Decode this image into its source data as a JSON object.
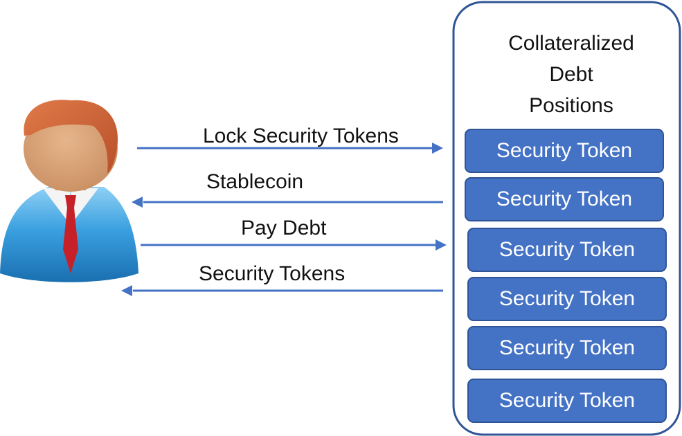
{
  "cdp": {
    "title_lines": [
      "Collateralized",
      "Debt",
      "Positions"
    ],
    "tokens": [
      "Security Token",
      "Security Token",
      "Security Token",
      "Security Token",
      "Security Token",
      "Security Token"
    ]
  },
  "flows": [
    {
      "label": "Lock Security Tokens",
      "direction": "right"
    },
    {
      "label": "Stablecoin",
      "direction": "left"
    },
    {
      "label": "Pay Debt",
      "direction": "right"
    },
    {
      "label": "Security Tokens",
      "direction": "left"
    }
  ],
  "colors": {
    "arrow": "#4472c4",
    "token_fill": "#4472c4",
    "container_border": "#2f5597",
    "person_shirt": "#3aa0e0",
    "person_skin": "#d9a47a",
    "person_hair": "#d4663a",
    "tie": "#c62128"
  },
  "icons": {
    "person": "user-avatar-icon"
  }
}
